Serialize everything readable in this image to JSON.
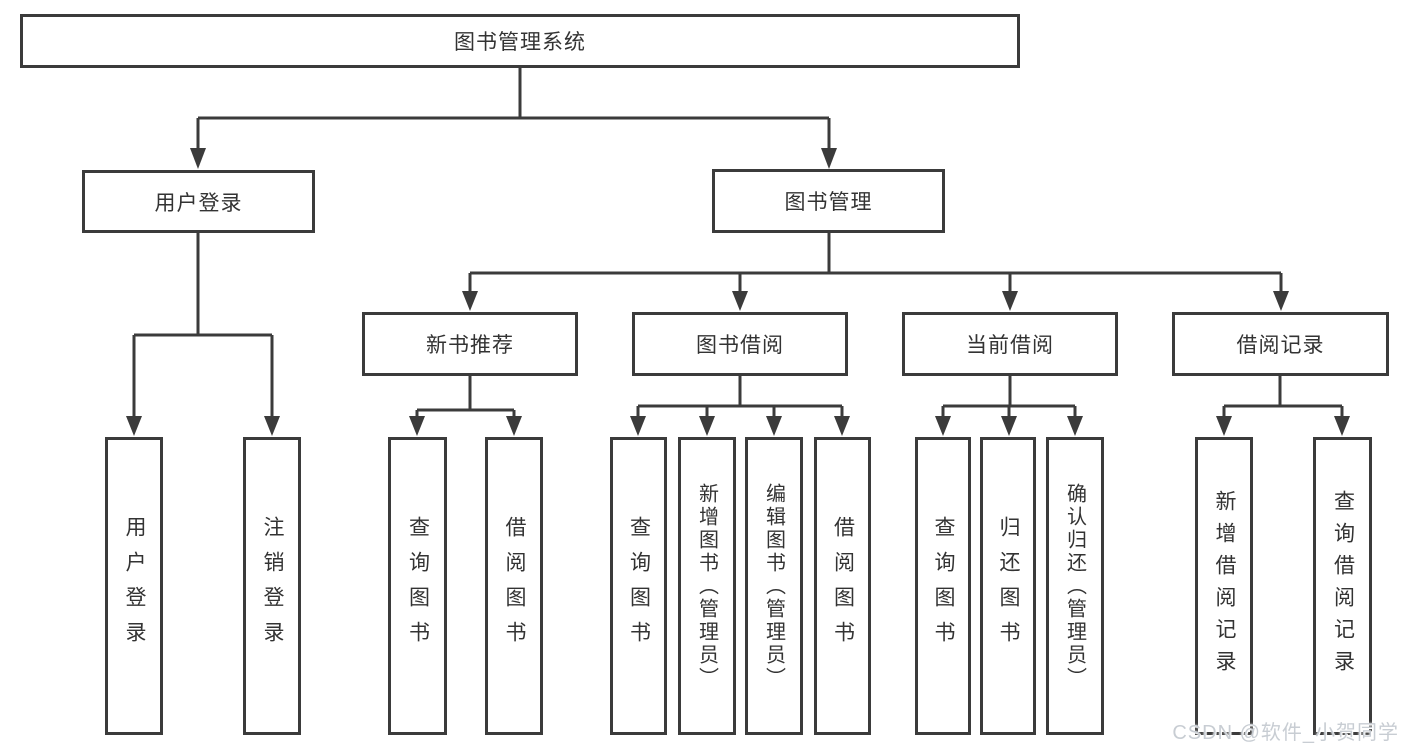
{
  "diagram_title": "图书管理系统",
  "colors": {
    "line": "#3b3b3b",
    "box_border": "#3b3b3b",
    "box_fill": "#ffffff",
    "text": "#333333",
    "background": "#ffffff",
    "watermark": "#c8cdd3"
  },
  "nodes": {
    "root": {
      "label": "图书管理系统"
    },
    "user_login": {
      "label": "用户登录"
    },
    "book_mgmt": {
      "label": "图书管理"
    },
    "login": {
      "label": "用户登录"
    },
    "logout": {
      "label": "注销登录"
    },
    "new_books": {
      "label": "新书推荐"
    },
    "borrowing": {
      "label": "图书借阅"
    },
    "current": {
      "label": "当前借阅"
    },
    "records": {
      "label": "借阅记录"
    },
    "nb_query": {
      "label": "查询图书"
    },
    "nb_borrow": {
      "label": "借阅图书"
    },
    "bw_query": {
      "label": "查询图书"
    },
    "bw_add": {
      "label": "新增图书（管理员）"
    },
    "bw_edit": {
      "label": "编辑图书（管理员）"
    },
    "bw_borrow": {
      "label": "借阅图书"
    },
    "cu_query": {
      "label": "查询图书"
    },
    "cu_return": {
      "label": "归还图书"
    },
    "cu_confirm": {
      "label": "确认归还（管理员）"
    },
    "rc_add": {
      "label": "新增借阅记录"
    },
    "rc_query": {
      "label": "查询借阅记录"
    }
  },
  "edges": [
    [
      "root",
      "user_login"
    ],
    [
      "root",
      "book_mgmt"
    ],
    [
      "user_login",
      "login"
    ],
    [
      "user_login",
      "logout"
    ],
    [
      "book_mgmt",
      "new_books"
    ],
    [
      "book_mgmt",
      "borrowing"
    ],
    [
      "book_mgmt",
      "current"
    ],
    [
      "book_mgmt",
      "records"
    ],
    [
      "new_books",
      "nb_query"
    ],
    [
      "new_books",
      "nb_borrow"
    ],
    [
      "borrowing",
      "bw_query"
    ],
    [
      "borrowing",
      "bw_add"
    ],
    [
      "borrowing",
      "bw_edit"
    ],
    [
      "borrowing",
      "bw_borrow"
    ],
    [
      "current",
      "cu_query"
    ],
    [
      "current",
      "cu_return"
    ],
    [
      "current",
      "cu_confirm"
    ],
    [
      "records",
      "rc_add"
    ],
    [
      "records",
      "rc_query"
    ]
  ],
  "watermark": "CSDN @软件_小贺同学"
}
